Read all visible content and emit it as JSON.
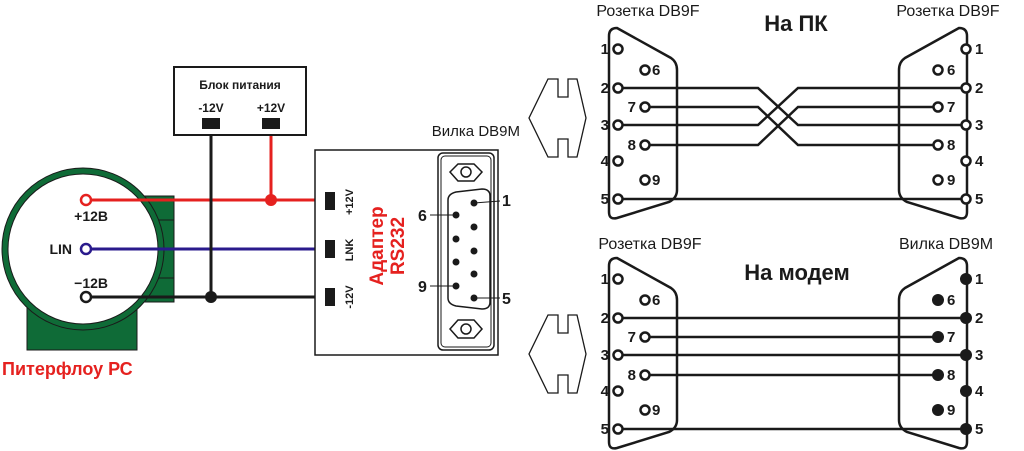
{
  "colors": {
    "wire_red": "#e5211f",
    "wire_blue": "#2a1a8c",
    "wire_black": "#1a1a1a",
    "device_green": "#0f6b37",
    "title_red": "#e5211f"
  },
  "device": {
    "name": "Питерфлоу РС",
    "pins": [
      {
        "label": "+12В",
        "color": "red"
      },
      {
        "label": "LIN",
        "color": "blue"
      },
      {
        "label": "−12В",
        "color": "black"
      }
    ]
  },
  "power_supply": {
    "title": "Блок питания",
    "minus_label": "-12V",
    "plus_label": "+12V"
  },
  "adapter": {
    "title_line1": "Адаптер",
    "title_line2": "RS232",
    "terminals": [
      "+12V",
      "LNK",
      "-12V"
    ],
    "connector_label": "Вилка DB9M",
    "pin_labels": {
      "p1": "1",
      "p5": "5",
      "p6": "6",
      "p9": "9"
    }
  },
  "cable_pc": {
    "title": "На ПК",
    "left_label": "Розетка DB9F",
    "right_label": "Розетка DB9F",
    "left_pins": [
      "1",
      "6",
      "2",
      "7",
      "3",
      "8",
      "4",
      "9",
      "5"
    ],
    "right_pins": [
      "1",
      "6",
      "2",
      "7",
      "3",
      "8",
      "4",
      "9",
      "5"
    ],
    "connections": [
      [
        "2",
        "3"
      ],
      [
        "3",
        "2"
      ],
      [
        "7",
        "8"
      ],
      [
        "8",
        "7"
      ],
      [
        "5",
        "5"
      ]
    ]
  },
  "cable_modem": {
    "title": "На модем",
    "left_label": "Розетка DB9F",
    "right_label": "Вилка DB9M",
    "left_pins": [
      "1",
      "6",
      "2",
      "7",
      "3",
      "8",
      "4",
      "9",
      "5"
    ],
    "right_pins": [
      "1",
      "6",
      "2",
      "7",
      "3",
      "8",
      "4",
      "9",
      "5"
    ],
    "connections": [
      [
        "2",
        "2"
      ],
      [
        "7",
        "7"
      ],
      [
        "3",
        "3"
      ],
      [
        "8",
        "8"
      ],
      [
        "5",
        "5"
      ]
    ]
  }
}
